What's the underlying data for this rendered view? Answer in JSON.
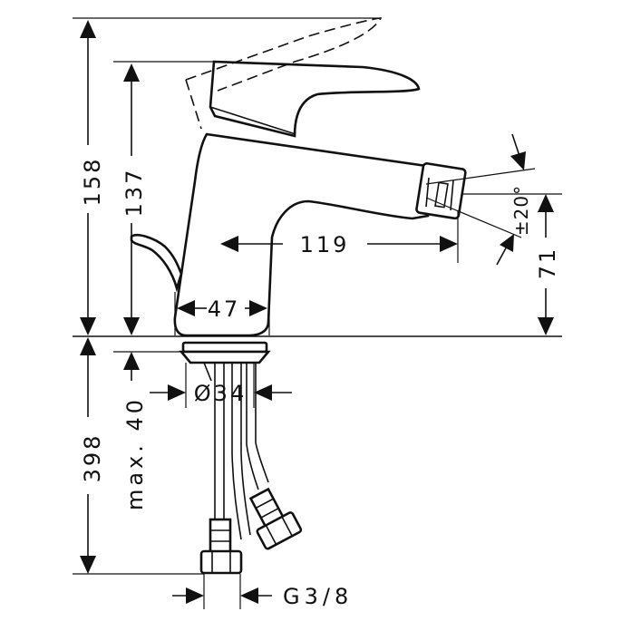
{
  "dimensions": {
    "total_height": "158",
    "spout_height": "137",
    "spout_reach": "119",
    "outlet_height": "71",
    "base_width": "47",
    "hole_diameter": "Ø34",
    "below_deck": "398",
    "max_thickness": "max. 40",
    "connection": "G3/8",
    "swivel": "±20°"
  }
}
